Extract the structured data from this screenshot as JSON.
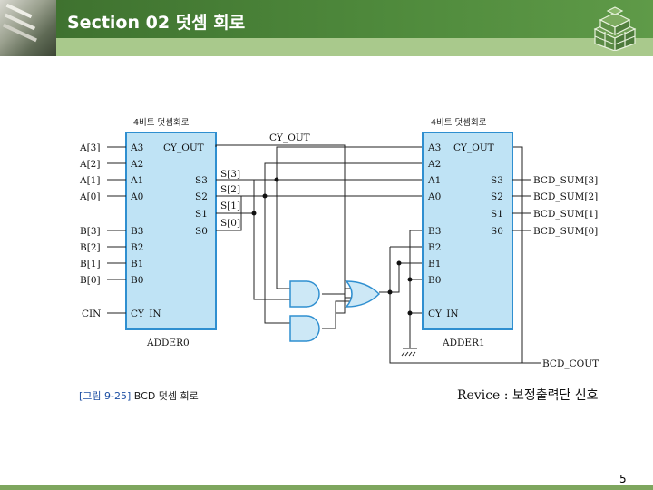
{
  "header": {
    "title": "Section 02 덧셈 회로"
  },
  "page_number": "5",
  "caption": {
    "figure": "[그림 9-25]",
    "text": "BCD 덧셈 회로"
  },
  "note": "Revice : 보정출력단 신호",
  "colors": {
    "header_green": "#4f8a3c",
    "strip_green": "#a9c98c",
    "block_fill": "#bfe3f5",
    "block_stroke": "#2f8fd0",
    "gate_fill": "#cde8f6"
  },
  "adder0": {
    "top_label": "4비트 덧셈회로",
    "name": "ADDER0",
    "left_pins": [
      "A3",
      "A2",
      "A1",
      "A0",
      "B3",
      "B2",
      "B1",
      "B0",
      "CY_IN"
    ],
    "right_pins": [
      "CY_OUT",
      "S3",
      "S2",
      "S1",
      "S0"
    ],
    "input_labels": [
      "A[3]",
      "A[2]",
      "A[1]",
      "A[0]",
      "B[3]",
      "B[2]",
      "B[1]",
      "B[0]",
      "CIN"
    ],
    "output_labels": [
      "S[3]",
      "S[2]",
      "S[1]",
      "S[0]"
    ]
  },
  "adder1": {
    "top_label": "4비트 덧셈회로",
    "name": "ADDER1",
    "left_pins": [
      "A3",
      "A2",
      "A1",
      "A0",
      "B3",
      "B2",
      "B1",
      "B0",
      "CY_IN"
    ],
    "right_pins": [
      "CY_OUT",
      "S3",
      "S2",
      "S1",
      "S0"
    ],
    "output_labels": [
      "BCD_SUM[3]",
      "BCD_SUM[2]",
      "BCD_SUM[1]",
      "BCD_SUM[0]"
    ]
  },
  "wire_labels": {
    "cy_out": "CY_OUT",
    "bcd_cout": "BCD_COUT"
  }
}
